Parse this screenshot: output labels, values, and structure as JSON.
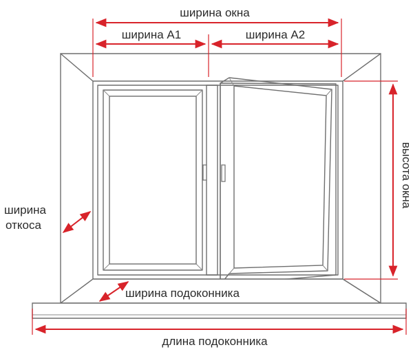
{
  "labels": {
    "window_width": "ширина окна",
    "width_a1": "ширина А1",
    "width_a2": "ширина А2",
    "window_height": "высота окна",
    "slope_width_line1": "ширина",
    "slope_width_line2": "откоса",
    "sill_width": "ширина подоконника",
    "sill_length": "длина подоконника"
  },
  "colors": {
    "dimension": "#d8232a",
    "drawing": "#6e6e6e",
    "text": "#2b2b2b"
  }
}
